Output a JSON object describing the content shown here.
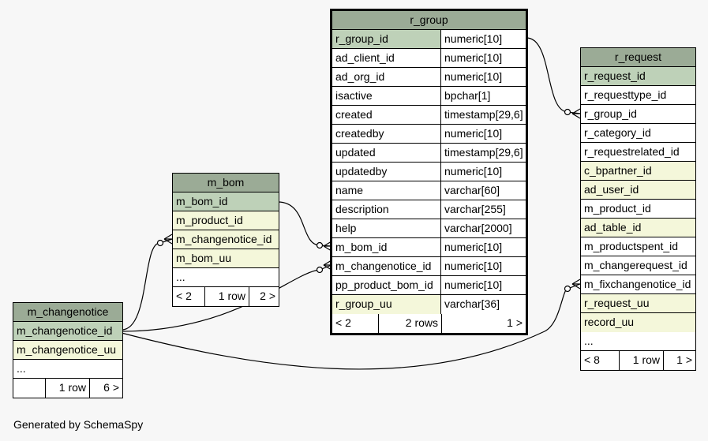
{
  "tables": {
    "m_changenotice": {
      "title": "m_changenotice",
      "columns": [
        "m_changenotice_id",
        "m_changenotice_uu"
      ],
      "ellipsis": "...",
      "footer": {
        "left": "",
        "rows": "1 row",
        "right": "6 >"
      }
    },
    "m_bom": {
      "title": "m_bom",
      "columns": [
        "m_bom_id",
        "m_product_id",
        "m_changenotice_id",
        "m_bom_uu"
      ],
      "ellipsis": "...",
      "footer": {
        "left": "< 2",
        "rows": "1 row",
        "right": "2 >"
      }
    },
    "r_group": {
      "title": "r_group",
      "columns": [
        {
          "name": "r_group_id",
          "type": "numeric[10]"
        },
        {
          "name": "ad_client_id",
          "type": "numeric[10]"
        },
        {
          "name": "ad_org_id",
          "type": "numeric[10]"
        },
        {
          "name": "isactive",
          "type": "bpchar[1]"
        },
        {
          "name": "created",
          "type": "timestamp[29,6]"
        },
        {
          "name": "createdby",
          "type": "numeric[10]"
        },
        {
          "name": "updated",
          "type": "timestamp[29,6]"
        },
        {
          "name": "updatedby",
          "type": "numeric[10]"
        },
        {
          "name": "name",
          "type": "varchar[60]"
        },
        {
          "name": "description",
          "type": "varchar[255]"
        },
        {
          "name": "help",
          "type": "varchar[2000]"
        },
        {
          "name": "m_bom_id",
          "type": "numeric[10]"
        },
        {
          "name": "m_changenotice_id",
          "type": "numeric[10]"
        },
        {
          "name": "pp_product_bom_id",
          "type": "numeric[10]"
        },
        {
          "name": "r_group_uu",
          "type": "varchar[36]"
        }
      ],
      "footer": {
        "left": "< 2",
        "rows": "2 rows",
        "right": "1 >"
      }
    },
    "r_request": {
      "title": "r_request",
      "columns": [
        "r_request_id",
        "r_requesttype_id",
        "r_group_id",
        "r_category_id",
        "r_requestrelated_id",
        "c_bpartner_id",
        "ad_user_id",
        "m_product_id",
        "ad_table_id",
        "m_productspent_id",
        "m_changerequest_id",
        "m_fixchangenotice_id",
        "r_request_uu",
        "record_uu"
      ],
      "ellipsis": "...",
      "footer": {
        "left": "< 8",
        "rows": "1 row",
        "right": "1 >"
      }
    }
  },
  "colors": {
    "header": "#9bab96",
    "primary_key": "#bed1b8",
    "foreign_key": "#f4f7da",
    "background": "#f7f7f7"
  },
  "generated_by": "Generated by SchemaSpy"
}
